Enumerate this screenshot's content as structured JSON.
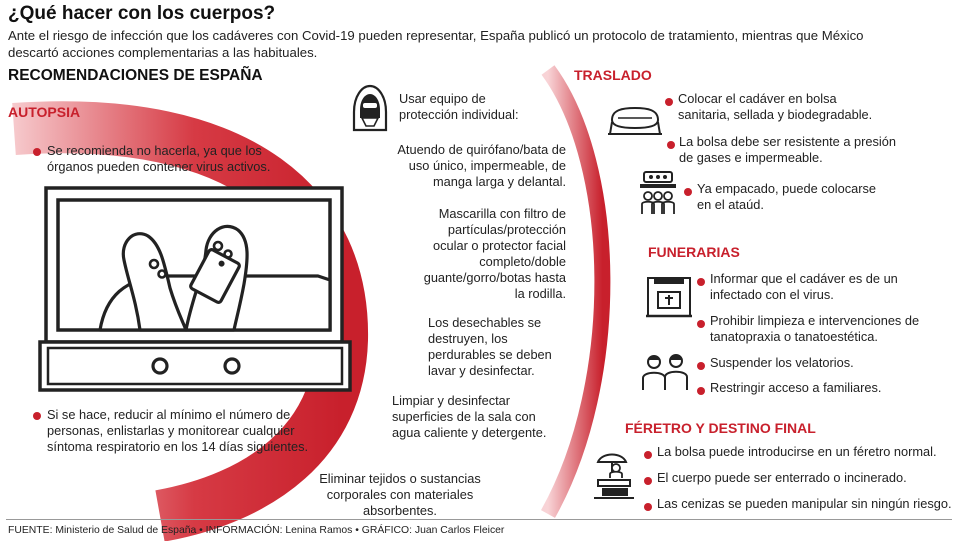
{
  "title": "¿Qué hacer con los cuerpos?",
  "subtitle": "Ante el riesgo de infección que los cadáveres con Covid-19 pueden representar, España publicó un protocolo de tratamiento, mientras que México descartó acciones complementarias a las habituales.",
  "main_heading": "RECOMENDACIONES DE ESPAÑA",
  "autopsia": {
    "heading": "AUTOPSIA",
    "items": [
      "Se recomienda no hacerla, ya que los órganos pueden contener virus activos.",
      "Si se hace, reducir al mínimo el número de personas, enlistarlas y monitorear cualquier síntoma respiratorio en los 14 días siguientes."
    ]
  },
  "equipo": {
    "intro": "Usar equipo de protección individual:",
    "items": [
      "Atuendo de quirófano/bata de uso único, impermeable, de manga larga y delantal.",
      "Mascarilla con filtro de partículas/protección ocular o protector facial completo/doble guante/gorro/botas hasta la rodilla.",
      "Los desechables se destruyen, los perdurables se deben lavar y desinfectar.",
      "Limpiar y desinfectar superficies de la sala con agua caliente y detergente.",
      "Eliminar tejidos o sustancias corporales con materiales absorbentes."
    ]
  },
  "traslado": {
    "heading": "TRASLADO",
    "items": [
      "Colocar el cadáver en bolsa sanitaria, sellada y biodegradable.",
      "La bolsa debe ser resistente a presión de gases e impermeable.",
      "Ya empacado, puede colocarse en el ataúd."
    ]
  },
  "funerarias": {
    "heading": "FUNERARIAS",
    "items": [
      "Informar que el cadáver es de un infectado con el virus.",
      "Prohibir limpieza e intervenciones de tanatopraxia o tanatoestética.",
      "Suspender los velatorios.",
      "Restringir acceso a familiares."
    ]
  },
  "feretro": {
    "heading": "FÉRETRO Y DESTINO FINAL",
    "items": [
      "La bolsa puede introducirse en un féretro normal.",
      "El cuerpo puede ser enterrado o incinerado.",
      "Las cenizas se pueden manipular sin ningún riesgo."
    ]
  },
  "footer": "FUENTE: Ministerio de Salud de España • INFORMACIÓN: Lenina Ramos • GRÁFICO: Juan Carlos Fleicer",
  "colors": {
    "accent": "#c8202c",
    "text": "#222222",
    "icon": "#222222"
  },
  "icons": [
    "morgue-drawer-icon",
    "protective-suit-icon",
    "body-bag-icon",
    "coffin-icon",
    "funeral-home-icon",
    "mourners-icon",
    "burial-icon"
  ]
}
